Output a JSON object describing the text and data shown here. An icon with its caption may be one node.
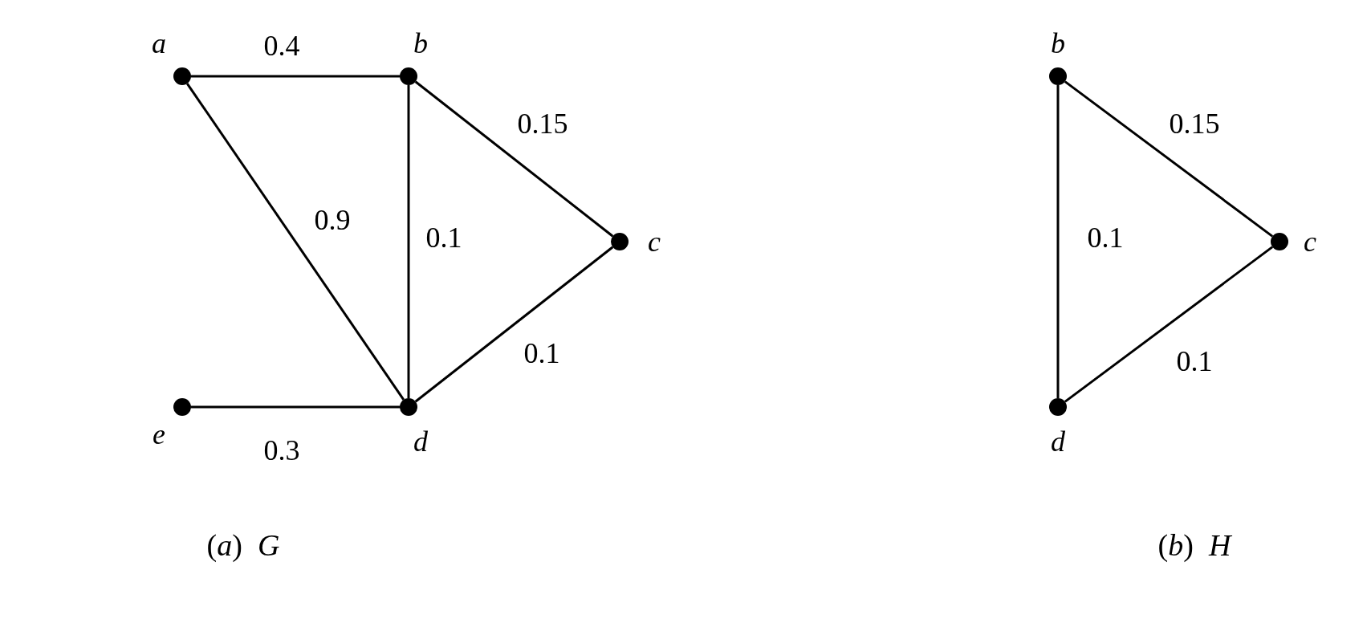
{
  "diagram": {
    "nodes": [
      {
        "text": [
          "a"
        ]
      },
      {
        "text": [
          "b"
        ]
      },
      {
        "text": [
          "c"
        ]
      },
      {
        "text": [
          "d"
        ]
      },
      {
        "text": [
          "e"
        ]
      },
      {
        "text": [
          "b"
        ]
      },
      {
        "text": [
          "c"
        ]
      },
      {
        "text": [
          "d"
        ]
      }
    ],
    "edges": [
      {
        "from": 0,
        "to": 1,
        "arrow": "none",
        "label": "0.4"
      },
      {
        "from": 0,
        "to": 3,
        "arrow": "none",
        "label": "0.9"
      },
      {
        "from": 1,
        "to": 3,
        "arrow": "none",
        "label": "0.1"
      },
      {
        "from": 1,
        "to": 2,
        "arrow": "none",
        "label": "0.15"
      },
      {
        "from": 2,
        "to": 3,
        "arrow": "none",
        "label": "0.1"
      },
      {
        "from": 4,
        "to": 3,
        "arrow": "none",
        "label": "0.3"
      },
      {
        "from": 5,
        "to": 6,
        "arrow": "none",
        "label": "0.15"
      },
      {
        "from": 5,
        "to": 7,
        "arrow": "none",
        "label": "0.1"
      },
      {
        "from": 6,
        "to": 7,
        "arrow": "none",
        "label": "0.1"
      }
    ],
    "labels": [
      "(*a*)  *G*",
      "(*b*)  *H*"
    ]
  }
}
